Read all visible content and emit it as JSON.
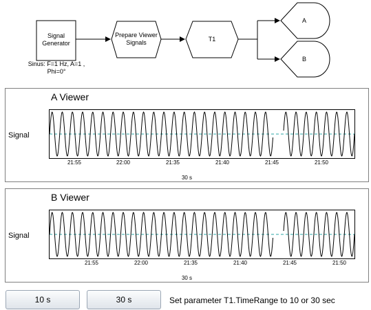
{
  "diagram": {
    "generator_label": "Signal Generator",
    "generator_caption": "Sinus: F=1 Hz, A=1 , Phi=0°",
    "prepare_label": "Prepare Viewer Signals",
    "t1_label": "T1",
    "output_a_label": "A",
    "output_b_label": "B"
  },
  "viewers": [
    {
      "title": "A Viewer",
      "ylabel": "Signal",
      "ticks": [
        "21:55",
        "22:00",
        "21:35",
        "21:40",
        "21:45",
        "21:50"
      ],
      "span": "30 s",
      "gap_index": 22
    },
    {
      "title": "B Viewer",
      "ylabel": "Signal",
      "ticks": [
        "21:55",
        "22:00",
        "21:35",
        "21:40",
        "21:45",
        "21:50"
      ],
      "span": "30 s",
      "gap_index": 22
    }
  ],
  "controls": {
    "btn_10_label": "10 s",
    "btn_30_label": "30 s",
    "hint": "Set parameter T1.TimeRange to 10 or 30 sec"
  },
  "colors": {
    "arrow": "#000000",
    "gridline": "#2aa6a6",
    "signal": "#000000"
  }
}
